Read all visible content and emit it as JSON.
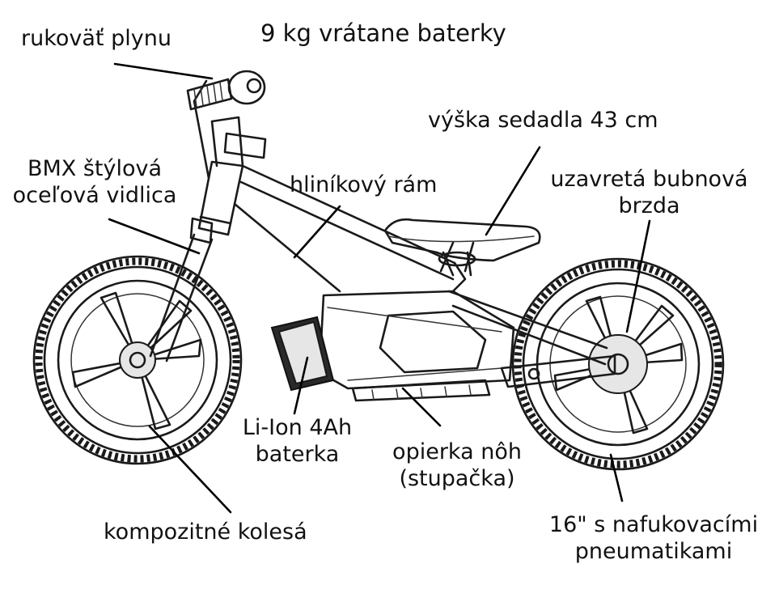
{
  "title": "9 kg vrátane baterky",
  "labels": {
    "throttle": "rukoväť plynu",
    "fork_line1": "BMX štýlová",
    "fork_line2": "oceľová vidlica",
    "frame": "hliníkový rám",
    "seat": "výška sedadla 43 cm",
    "brake_line1": "uzavretá bubnová",
    "brake_line2": "brzda",
    "battery_line1": "Li-Ion 4Ah",
    "battery_line2": "baterka",
    "footrest_line1": "opierka nôh",
    "footrest_line2": "(stupačka)",
    "wheels": "kompozitné kolesá",
    "tires_line1": "16\" s nafukovacími",
    "tires_line2": "pneumatikami"
  }
}
